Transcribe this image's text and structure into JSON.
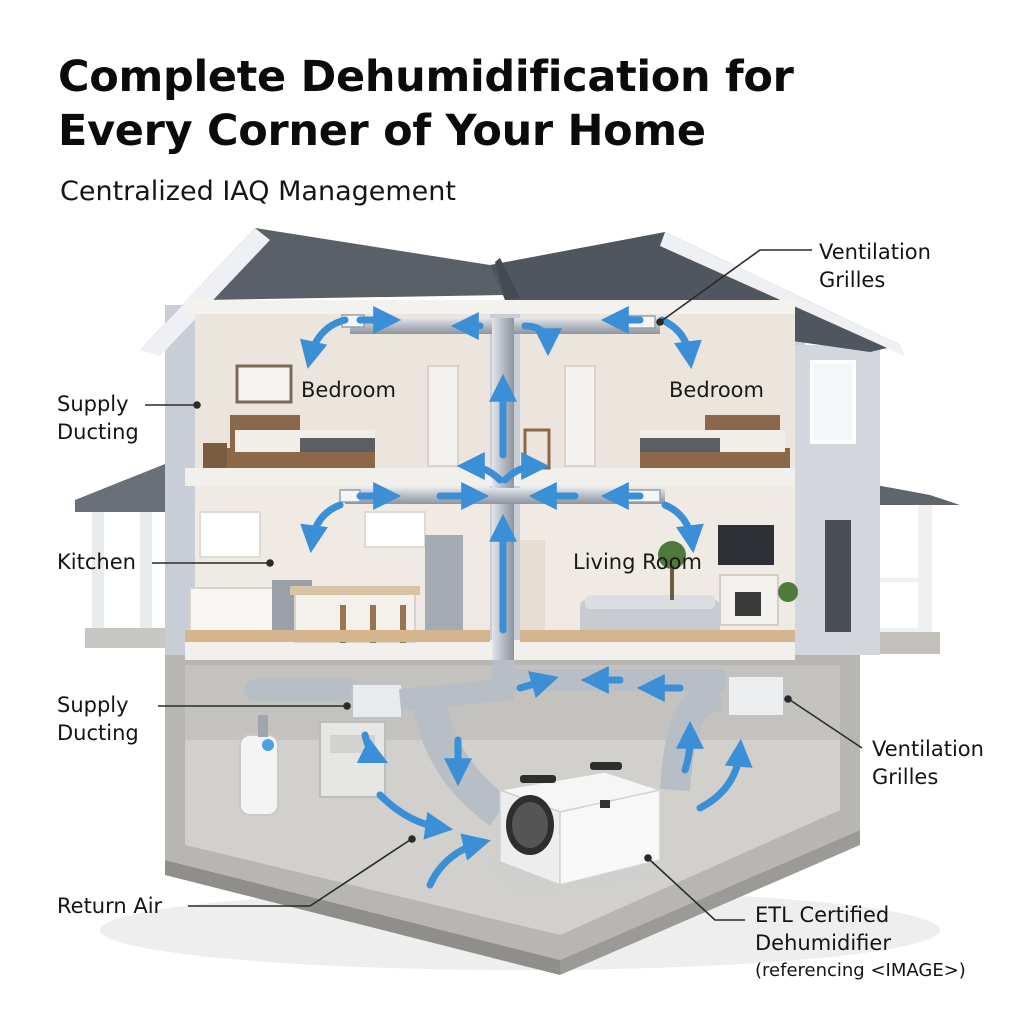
{
  "header": {
    "title_line1": "Complete Dehumidification for",
    "title_line2": "Every Corner of Your Home",
    "subtitle": "Centralized IAQ Management"
  },
  "rooms": {
    "bedroom_left": "Bedroom",
    "bedroom_right": "Bedroom",
    "living_room": "Living Room"
  },
  "callouts": {
    "ventilation_top": {
      "line1": "Ventilation",
      "line2": "Grilles"
    },
    "supply_upper": {
      "line1": "Supply",
      "line2": "Ducting"
    },
    "kitchen": "Kitchen",
    "supply_lower": {
      "line1": "Supply",
      "line2": "Ducting"
    },
    "ventilation_lower": {
      "line1": "Ventilation",
      "line2": "Grilles"
    },
    "return_air": "Return Air",
    "dehumidifier": {
      "line1": "ETL Certified",
      "line2": "Dehumidifier",
      "line3": "(referencing <IMAGE>)"
    }
  },
  "colors": {
    "airflow": "#3b8fd6",
    "roof": "#5a6068",
    "siding": "#c9ced6",
    "interior": "#ece6de",
    "duct": "#b8bec6",
    "concrete": "#a9a9a7"
  }
}
